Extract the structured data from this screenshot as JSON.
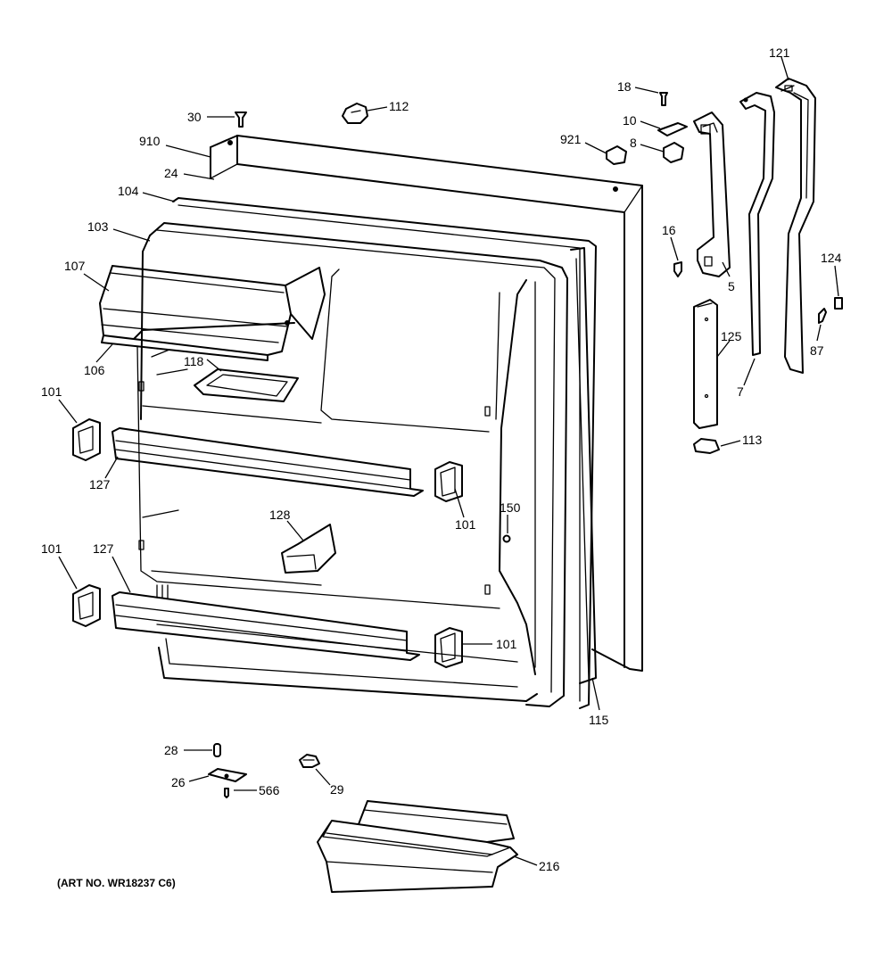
{
  "caption": "(ART NO. WR18237 C6)",
  "callouts": {
    "c30": "30",
    "c112": "112",
    "c910": "910",
    "c24": "24",
    "c104": "104",
    "c103": "103",
    "c107": "107",
    "c106": "106",
    "c118": "118",
    "c101a": "101",
    "c127a": "127",
    "c101b": "101",
    "c128": "128",
    "c150": "150",
    "c101c": "101",
    "c127b": "127",
    "c101d": "101",
    "c115": "115",
    "c921": "921",
    "c18": "18",
    "c10": "10",
    "c8": "8",
    "c16": "16",
    "c5": "5",
    "c121": "121",
    "c124": "124",
    "c87": "87",
    "c125": "125",
    "c7": "7",
    "c113": "113",
    "c28": "28",
    "c26": "26",
    "c566": "566",
    "c29": "29",
    "c216": "216"
  }
}
